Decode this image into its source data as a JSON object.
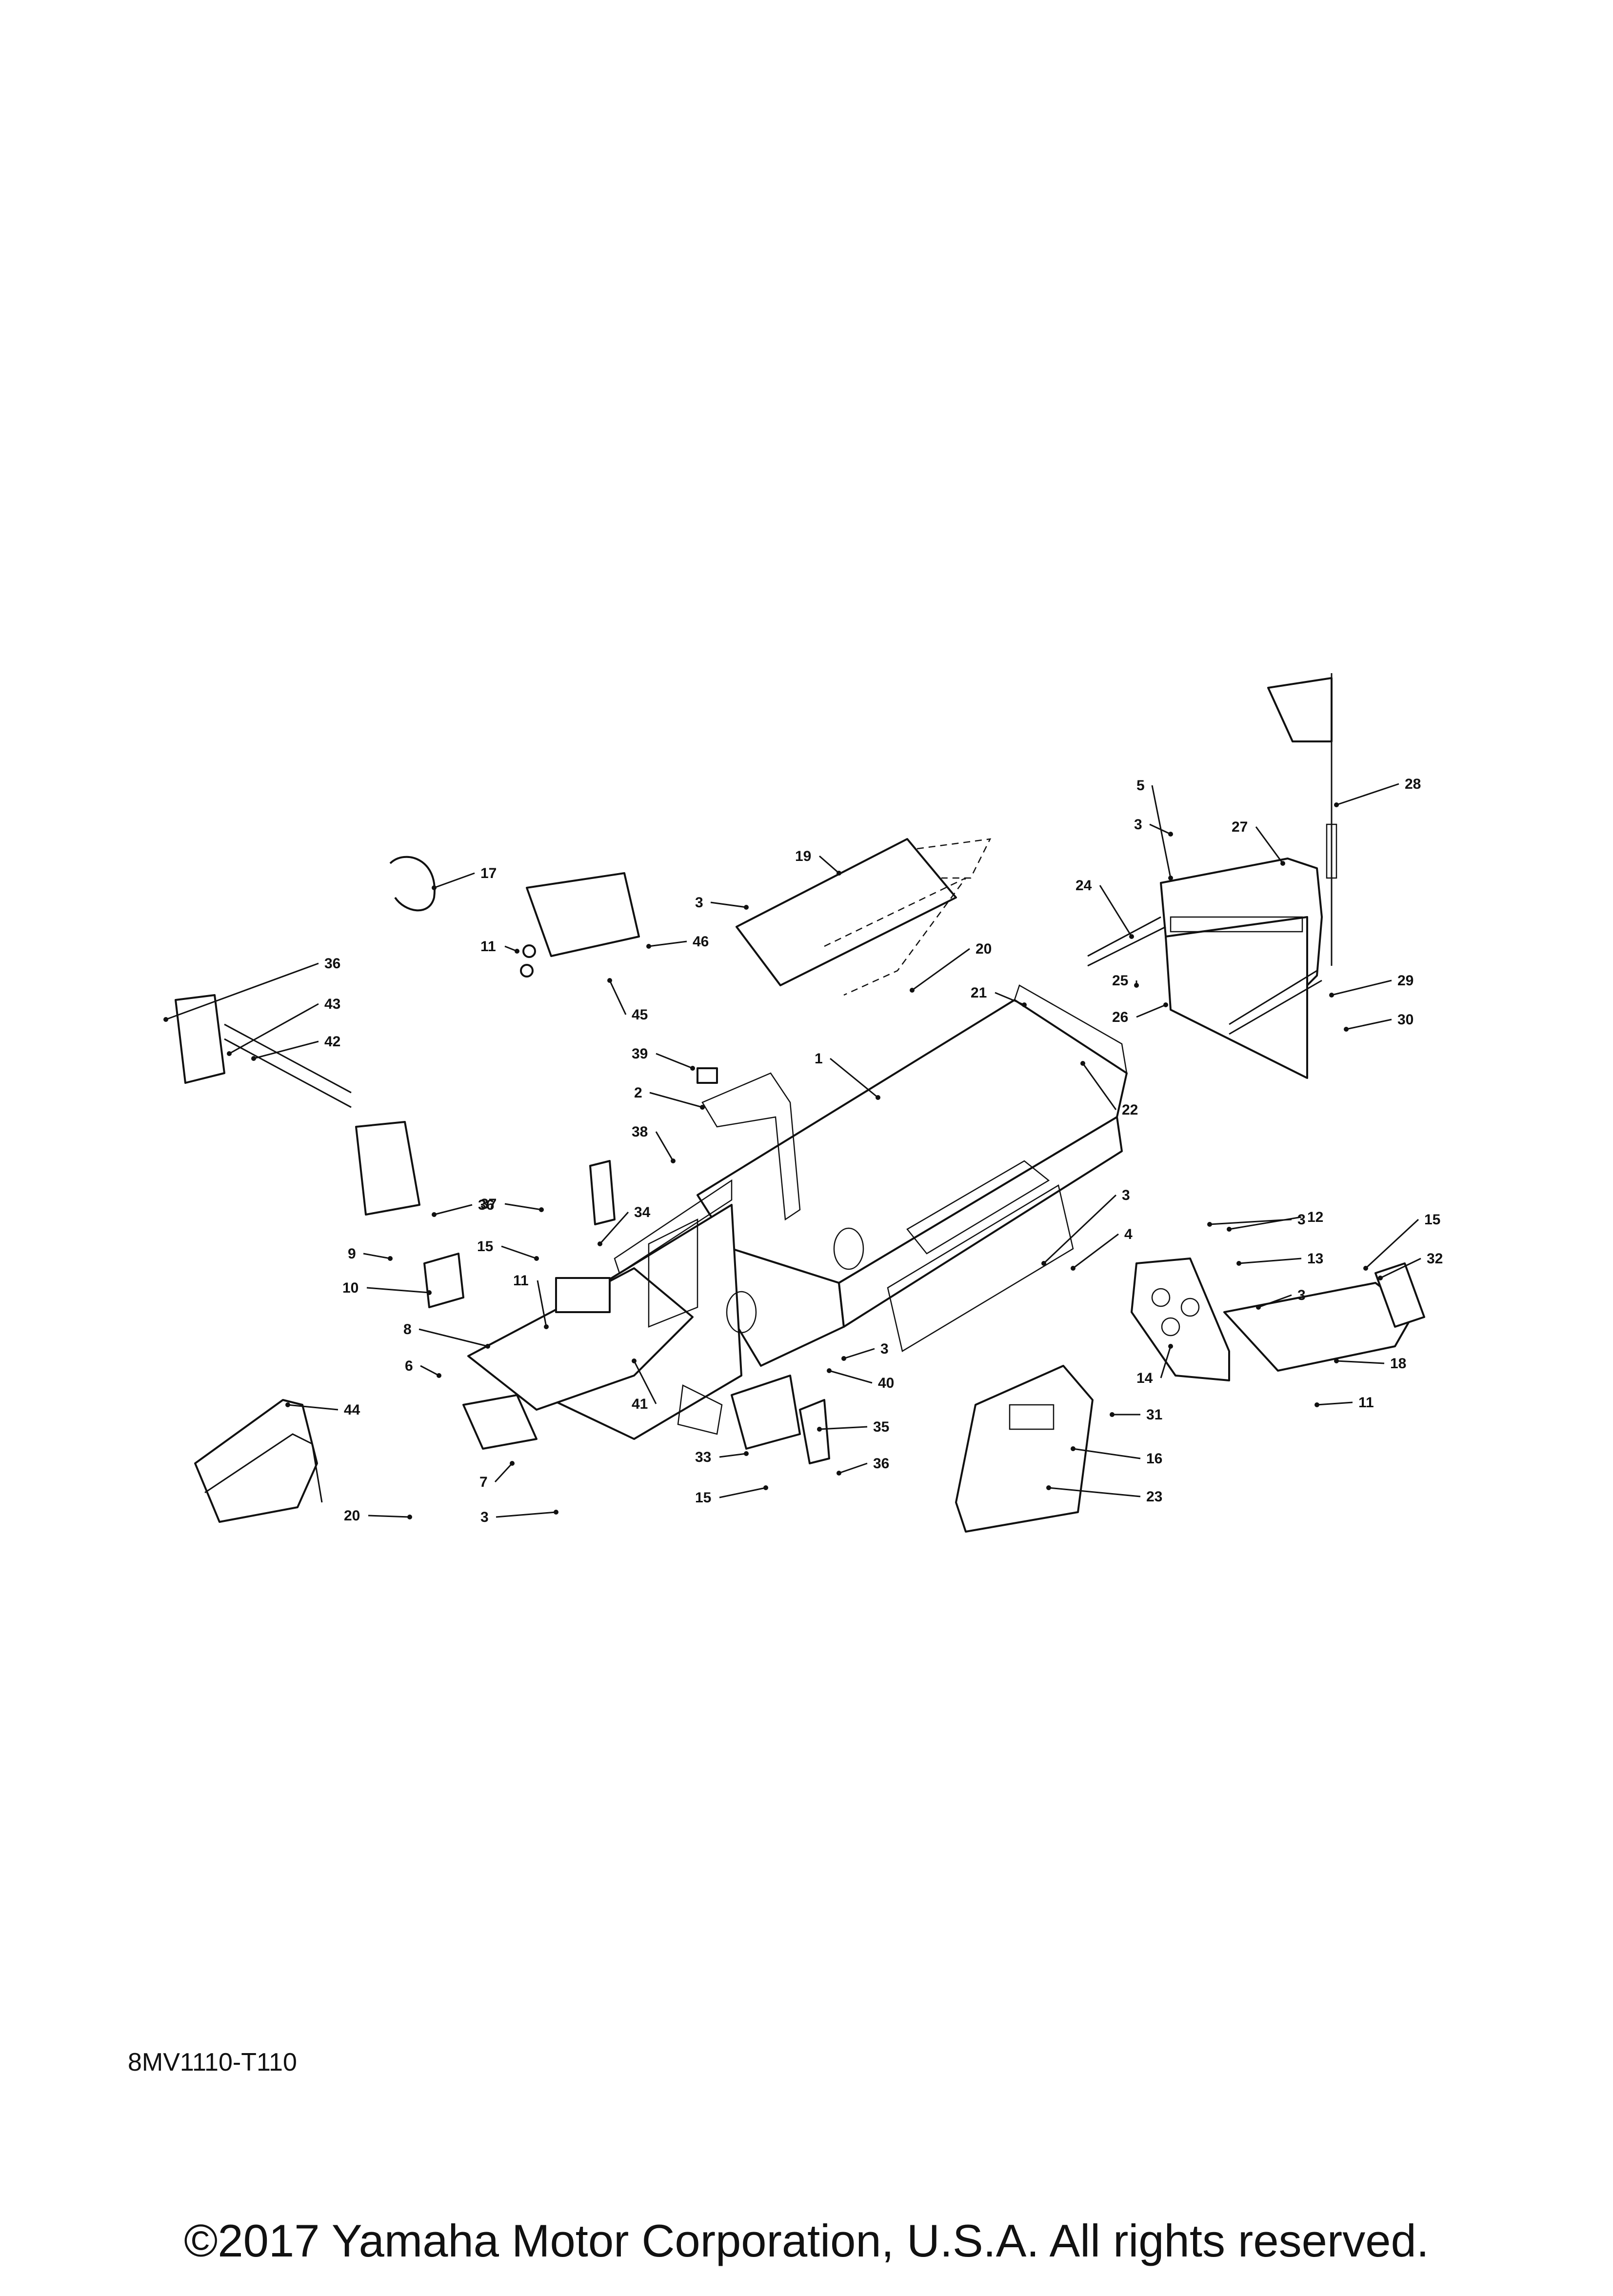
{
  "diagram_code": "8MV1110-T110",
  "copyright": "©2017 Yamaha Motor Corporation, U.S.A. All rights reserved.",
  "callouts": [
    {
      "id": "c1",
      "label": "1"
    },
    {
      "id": "c2",
      "label": "2"
    },
    {
      "id": "c3a",
      "label": "3"
    },
    {
      "id": "c3b",
      "label": "3"
    },
    {
      "id": "c3c",
      "label": "3"
    },
    {
      "id": "c3d",
      "label": "3"
    },
    {
      "id": "c3e",
      "label": "3"
    },
    {
      "id": "c3f",
      "label": "3"
    },
    {
      "id": "c3g",
      "label": "3"
    },
    {
      "id": "c4",
      "label": "4"
    },
    {
      "id": "c5",
      "label": "5"
    },
    {
      "id": "c6",
      "label": "6"
    },
    {
      "id": "c7",
      "label": "7"
    },
    {
      "id": "c8",
      "label": "8"
    },
    {
      "id": "c9",
      "label": "9"
    },
    {
      "id": "c10",
      "label": "10"
    },
    {
      "id": "c11a",
      "label": "11"
    },
    {
      "id": "c11b",
      "label": "11"
    },
    {
      "id": "c11c",
      "label": "11"
    },
    {
      "id": "c12",
      "label": "12"
    },
    {
      "id": "c13",
      "label": "13"
    },
    {
      "id": "c14",
      "label": "14"
    },
    {
      "id": "c15a",
      "label": "15"
    },
    {
      "id": "c15b",
      "label": "15"
    },
    {
      "id": "c15c",
      "label": "15"
    },
    {
      "id": "c16",
      "label": "16"
    },
    {
      "id": "c17",
      "label": "17"
    },
    {
      "id": "c18",
      "label": "18"
    },
    {
      "id": "c19",
      "label": "19"
    },
    {
      "id": "c20a",
      "label": "20"
    },
    {
      "id": "c20b",
      "label": "20"
    },
    {
      "id": "c21",
      "label": "21"
    },
    {
      "id": "c22",
      "label": "22"
    },
    {
      "id": "c23",
      "label": "23"
    },
    {
      "id": "c24",
      "label": "24"
    },
    {
      "id": "c25",
      "label": "25"
    },
    {
      "id": "c26",
      "label": "26"
    },
    {
      "id": "c27",
      "label": "27"
    },
    {
      "id": "c28",
      "label": "28"
    },
    {
      "id": "c29",
      "label": "29"
    },
    {
      "id": "c30",
      "label": "30"
    },
    {
      "id": "c31",
      "label": "31"
    },
    {
      "id": "c32",
      "label": "32"
    },
    {
      "id": "c33",
      "label": "33"
    },
    {
      "id": "c34",
      "label": "34"
    },
    {
      "id": "c35",
      "label": "35"
    },
    {
      "id": "c36a",
      "label": "36"
    },
    {
      "id": "c36b",
      "label": "36"
    },
    {
      "id": "c36c",
      "label": "36"
    },
    {
      "id": "c37",
      "label": "37"
    },
    {
      "id": "c38",
      "label": "38"
    },
    {
      "id": "c39",
      "label": "39"
    },
    {
      "id": "c40",
      "label": "40"
    },
    {
      "id": "c41",
      "label": "41"
    },
    {
      "id": "c42",
      "label": "42"
    },
    {
      "id": "c43",
      "label": "43"
    },
    {
      "id": "c44",
      "label": "44"
    },
    {
      "id": "c45",
      "label": "45"
    },
    {
      "id": "c46",
      "label": "46"
    }
  ]
}
